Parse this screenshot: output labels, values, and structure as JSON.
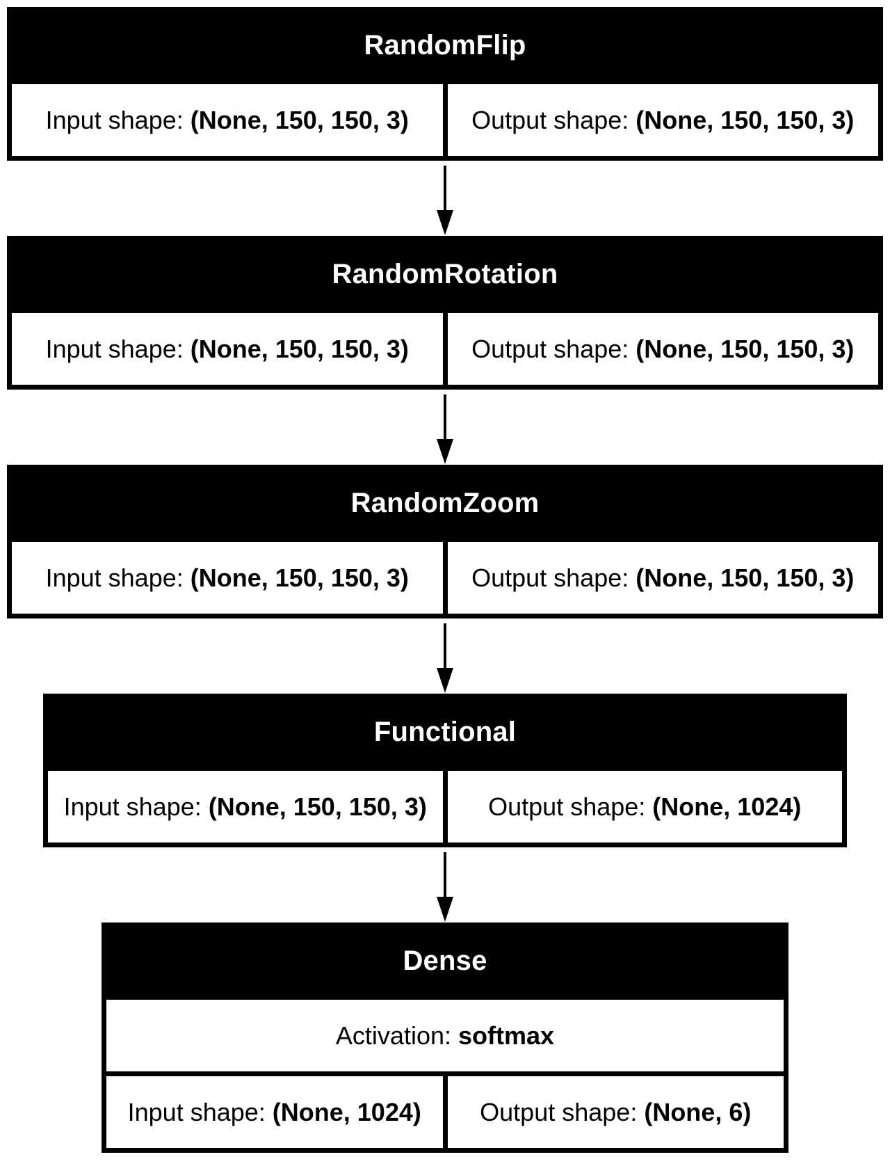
{
  "layers": [
    {
      "name": "RandomFlip",
      "input_label": "Input shape: ",
      "input_value": "(None, 150, 150, 3)",
      "output_label": "Output shape: ",
      "output_value": "(None, 150, 150, 3)"
    },
    {
      "name": "RandomRotation",
      "input_label": "Input shape: ",
      "input_value": "(None, 150, 150, 3)",
      "output_label": "Output shape: ",
      "output_value": "(None, 150, 150, 3)"
    },
    {
      "name": "RandomZoom",
      "input_label": "Input shape: ",
      "input_value": "(None, 150, 150, 3)",
      "output_label": "Output shape: ",
      "output_value": "(None, 150, 150, 3)"
    },
    {
      "name": "Functional",
      "input_label": "Input shape: ",
      "input_value": "(None, 150, 150, 3)",
      "output_label": "Output shape: ",
      "output_value": "(None, 1024)"
    },
    {
      "name": "Dense",
      "activation_label": "Activation: ",
      "activation_value": "softmax",
      "input_label": "Input shape: ",
      "input_value": "(None, 1024)",
      "output_label": "Output shape: ",
      "output_value": "(None, 6)"
    }
  ],
  "colors": {
    "node_fill": "#000000",
    "cell_fill": "#ffffff",
    "edge": "#000000"
  }
}
